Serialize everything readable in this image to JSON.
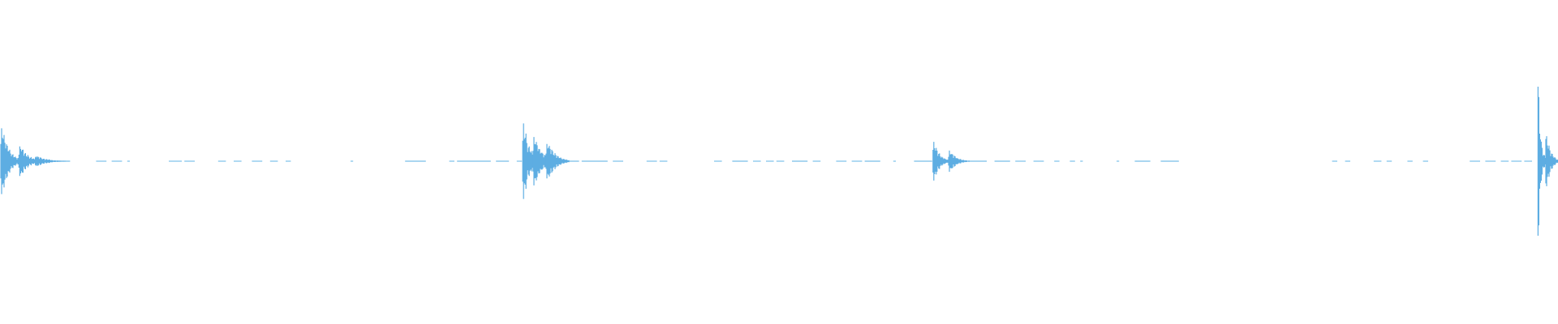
{
  "waveform": {
    "color": "#5dade2",
    "baseline_color": "#8ec9ec",
    "duration_s": 60,
    "amplitude_range": [
      -1,
      1
    ],
    "bursts": [
      {
        "t": 0.0,
        "amp": 0.27,
        "len_s": 0.8
      },
      {
        "t": 0.7,
        "amp": 0.12,
        "len_s": 0.9
      },
      {
        "t": 1.3,
        "amp": 0.04,
        "len_s": 1.2
      },
      {
        "t": 20.1,
        "amp": 0.28,
        "len_s": 0.7
      },
      {
        "t": 20.5,
        "amp": 0.2,
        "len_s": 0.9
      },
      {
        "t": 21.0,
        "amp": 0.15,
        "len_s": 0.9
      },
      {
        "t": 35.9,
        "amp": 0.14,
        "len_s": 0.7
      },
      {
        "t": 36.5,
        "amp": 0.08,
        "len_s": 0.8
      },
      {
        "t": 59.2,
        "amp": 0.62,
        "len_s": 0.3
      },
      {
        "t": 59.5,
        "amp": 0.22,
        "len_s": 0.5
      }
    ],
    "noise_segments": [
      [
        1.3,
        2.7
      ],
      [
        3.7,
        4.1
      ],
      [
        4.3,
        4.7
      ],
      [
        4.9,
        5.0
      ],
      [
        6.5,
        7.0
      ],
      [
        7.1,
        7.5
      ],
      [
        8.4,
        8.7
      ],
      [
        9.0,
        9.3
      ],
      [
        9.7,
        10.1
      ],
      [
        10.4,
        10.7
      ],
      [
        11.0,
        11.2
      ],
      [
        13.5,
        13.6
      ],
      [
        15.6,
        16.4
      ],
      [
        17.3,
        17.5
      ],
      [
        17.6,
        18.9
      ],
      [
        19.1,
        19.6
      ],
      [
        19.9,
        20.1
      ],
      [
        21.5,
        22.3
      ],
      [
        22.4,
        23.4
      ],
      [
        23.6,
        24.0
      ],
      [
        24.9,
        25.3
      ],
      [
        25.4,
        25.7
      ],
      [
        27.5,
        27.8
      ],
      [
        28.2,
        28.8
      ],
      [
        29.0,
        29.3
      ],
      [
        29.5,
        29.8
      ],
      [
        29.9,
        30.2
      ],
      [
        30.5,
        31.1
      ],
      [
        31.3,
        31.6
      ],
      [
        32.2,
        32.6
      ],
      [
        32.8,
        33.2
      ],
      [
        33.3,
        33.9
      ],
      [
        34.4,
        34.5
      ],
      [
        35.2,
        35.9
      ],
      [
        37.3,
        38.0
      ],
      [
        38.3,
        38.9
      ],
      [
        39.1,
        39.5
      ],
      [
        39.8,
        40.2
      ],
      [
        40.6,
        40.8
      ],
      [
        41.2,
        41.4
      ],
      [
        41.6,
        41.7
      ],
      [
        43.0,
        43.1
      ],
      [
        43.7,
        44.3
      ],
      [
        44.7,
        45.4
      ],
      [
        51.3,
        51.5
      ],
      [
        51.8,
        52.0
      ],
      [
        52.9,
        53.2
      ],
      [
        53.4,
        53.6
      ],
      [
        54.2,
        54.4
      ],
      [
        54.8,
        55.0
      ],
      [
        56.6,
        57.0
      ],
      [
        57.2,
        57.6
      ],
      [
        57.8,
        58.1
      ],
      [
        58.2,
        58.6
      ],
      [
        58.7,
        59.0
      ]
    ]
  }
}
